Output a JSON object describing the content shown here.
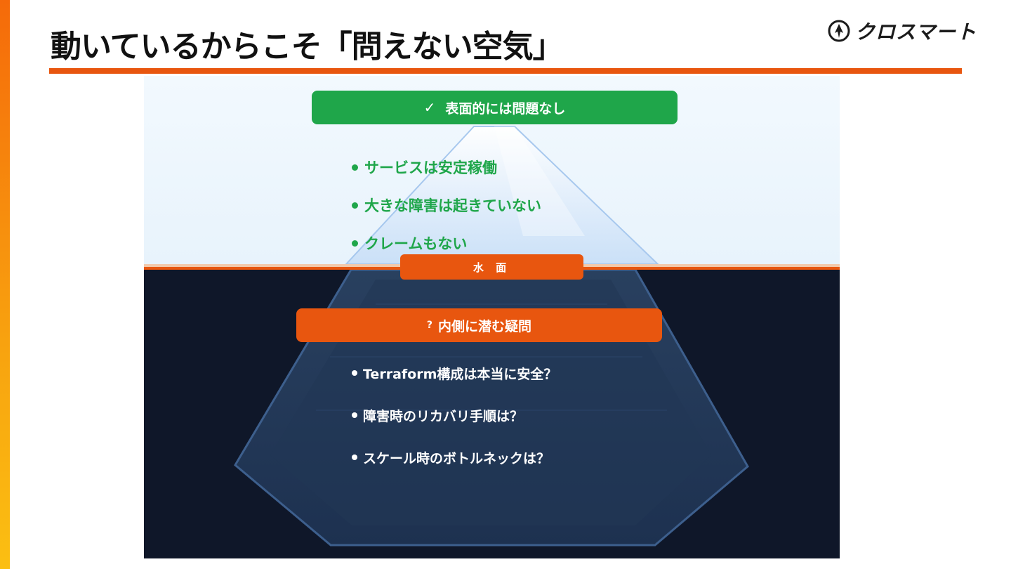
{
  "page": {
    "title": "動いているからこそ「問えない空気」",
    "logo_text": "クロスマート",
    "accent_color": "#e8560f",
    "success_color": "#1fa64a",
    "dark_color": "#0f1729"
  },
  "iceberg": {
    "surface_header": {
      "icon": "check-icon",
      "mark": "✓",
      "label": "表面的には問題なし"
    },
    "surface_items": [
      "サービスは安定稼働",
      "大きな障害は起きていない",
      "クレームもない"
    ],
    "water_label": "水 面",
    "hidden_header": {
      "icon": "question-icon",
      "mark": "?",
      "label": "内側に潜む疑問"
    },
    "hidden_items": [
      "Terraform構成は本当に安全？",
      "障害時のリカバリ手順は？",
      "スケール時のボトルネックは？"
    ]
  }
}
